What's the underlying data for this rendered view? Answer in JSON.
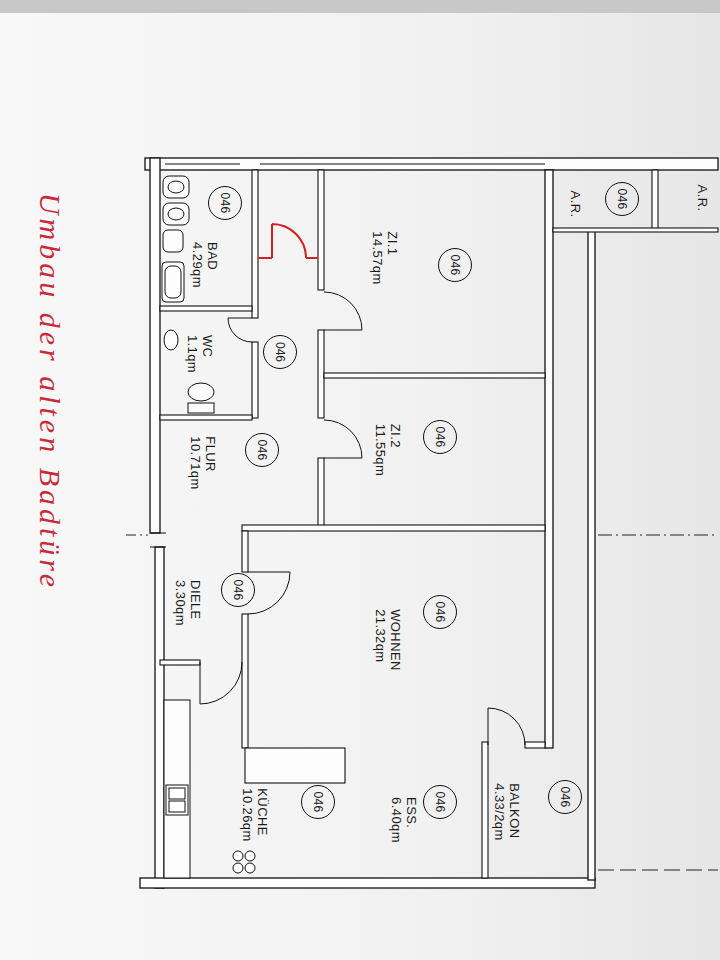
{
  "diagram": {
    "nodes": [
      {
        "text": [
          "BAD",
          "4.29qm"
        ]
      },
      {
        "text": [
          "046"
        ],
        "in": 0
      },
      {
        "text": [
          "ZI.1",
          "14.57qm"
        ]
      },
      {
        "text": [
          "046"
        ],
        "in": 2
      },
      {
        "text": [
          "A.R."
        ]
      },
      {
        "text": [
          "046"
        ],
        "in": 4
      },
      {
        "text": [
          "A.R."
        ]
      },
      {
        "text": [
          "WC",
          "1.1qm"
        ]
      },
      {
        "text": [
          "046"
        ]
      },
      {
        "text": [
          "FLUR",
          "10.71qm"
        ]
      },
      {
        "text": [
          "046"
        ],
        "in": 9
      },
      {
        "text": [
          "ZI.2",
          "11.55qm"
        ]
      },
      {
        "text": [
          "046"
        ],
        "in": 11
      },
      {
        "text": [
          "DIELE",
          "3.30qm"
        ]
      },
      {
        "text": [
          "046"
        ],
        "in": 13
      },
      {
        "text": [
          "WOHNEN",
          "21.32qm"
        ]
      },
      {
        "text": [
          "046"
        ],
        "in": 15
      },
      {
        "text": [
          "KÜCHE",
          "10.26qm"
        ]
      },
      {
        "text": [
          "046"
        ],
        "in": 17
      },
      {
        "text": [
          "ESS.",
          "6.40qm"
        ]
      },
      {
        "text": [
          "046"
        ],
        "in": 19
      },
      {
        "text": [
          "BALKON",
          "4.33/2qm"
        ]
      },
      {
        "text": [
          "046"
        ],
        "in": 21
      }
    ],
    "labels": [
      "Umbau der alten Badtüre"
    ]
  }
}
